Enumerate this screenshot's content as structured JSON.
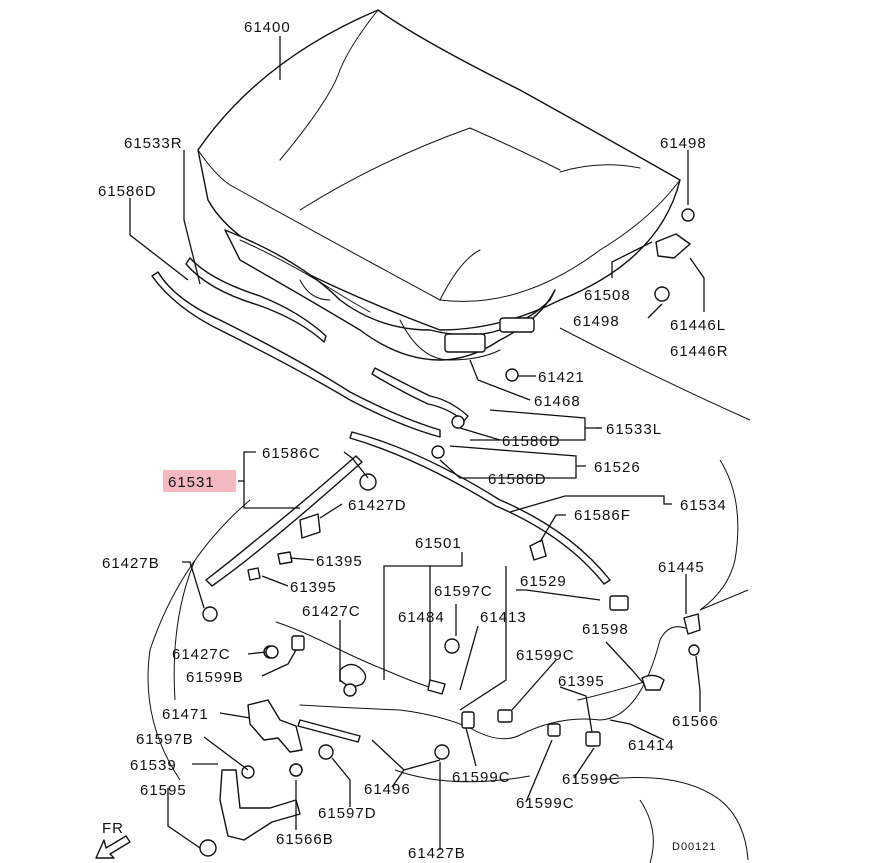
{
  "highlight_color": "#f4b8c0",
  "labels": {
    "p61400": "61400",
    "p61533R": "61533R",
    "p61586D_top": "61586D",
    "p61498_top": "61498",
    "p61508": "61508",
    "p61498_mid": "61498",
    "p61446L": "61446L",
    "p61446R": "61446R",
    "p61421": "61421",
    "p61468": "61468",
    "p61533L": "61533L",
    "p61586D_mid": "61586D",
    "p61586C": "61586C",
    "p61531": "61531",
    "p61586D_low": "61586D",
    "p61526": "61526",
    "p61427D": "61427D",
    "p61534": "61534",
    "p61586F": "61586F",
    "p61427B_left": "61427B",
    "p61395_a": "61395",
    "p61395_b": "61395",
    "p61501": "61501",
    "p61597C_top": "61597C",
    "p61529": "61529",
    "p61445": "61445",
    "p61484": "61484",
    "p61413": "61413",
    "p61427C_mid": "61427C",
    "p61598": "61598",
    "p61427C_left": "61427C",
    "p61599C_right": "61599C",
    "p61599B": "61599B",
    "p61395_c": "61395",
    "p61566": "61566",
    "p61471": "61471",
    "p61597B": "61597B",
    "p61414": "61414",
    "p61539": "61539",
    "p61496": "61496",
    "p61599C_mid": "61599C",
    "p61599C_r2": "61599C",
    "p61595": "61595",
    "p61597D": "61597D",
    "p61599C_bot": "61599C",
    "p61566B": "61566B",
    "p61427B_bot": "61427B",
    "fr": "FR",
    "code": "D00121"
  }
}
